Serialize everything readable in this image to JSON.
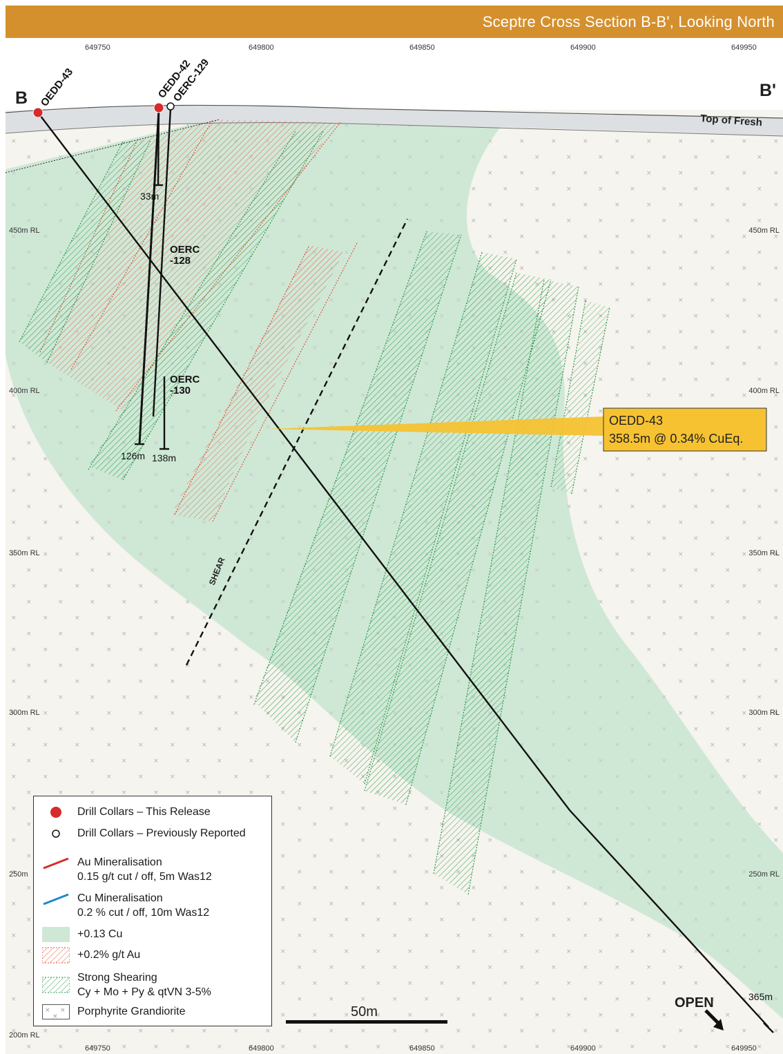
{
  "header": {
    "title": "Sceptre Cross Section B-B', Looking North"
  },
  "section": {
    "start_label": "B",
    "end_label": "B'",
    "surface_label": "Top of Fresh",
    "shear_label": "SHEAR",
    "open_label": "OPEN",
    "eastings": [
      "649750",
      "649800",
      "649850",
      "649900",
      "649950"
    ],
    "rl_labels_left": [
      "450m RL",
      "400m RL",
      "350m RL",
      "300m RL",
      "250m",
      "200m RL"
    ],
    "rl_labels_right": [
      "450m RL",
      "400m RL",
      "350m RL",
      "300m RL",
      "250m RL"
    ]
  },
  "drillholes": [
    {
      "id": "OEDD-43",
      "collar": "this release",
      "depth_label": "365m"
    },
    {
      "id": "OEDD-42",
      "collar": "this release",
      "depth_label": "126m"
    },
    {
      "id": "OERC-129",
      "collar": "previously reported",
      "depth_label": "33m"
    },
    {
      "id": "OERC\n-128",
      "collar": "previously reported",
      "depth_label": ""
    },
    {
      "id": "OERC\n-130",
      "collar": "previously reported",
      "depth_label": "138m"
    }
  ],
  "callout": {
    "line1": "OEDD-43",
    "line2": "358.5m @ 0.34% CuEq."
  },
  "scale_bar": {
    "label": "50m"
  },
  "legend": [
    {
      "line1": "Drill Collars – This Release"
    },
    {
      "line1": "Drill Collars – Previously Reported"
    },
    {
      "line1": "Au Mineralisation",
      "line2": "0.15 g/t cut / off, 5m Was12"
    },
    {
      "line1": "Cu Mineralisation",
      "line2": "0.2 % cut / off, 10m Was12"
    },
    {
      "line1": "+0.13 Cu"
    },
    {
      "line1": "+0.2% g/t Au"
    },
    {
      "line1": "Strong Shearing",
      "line2": "Cy + Mo + Py & qtVN 3-5%"
    },
    {
      "line1": "Porphyrite Grandiorite"
    }
  ],
  "colors": {
    "header": "#d5902e",
    "background": "#f6f4ee",
    "cu_zone": "#cfe8d6",
    "au_hatch": "#e0553f",
    "shear_hatch": "#2f9a4b",
    "collar_new": "#d72a2a",
    "cu_line": "#1e88c8",
    "callout": "#f6c232"
  }
}
